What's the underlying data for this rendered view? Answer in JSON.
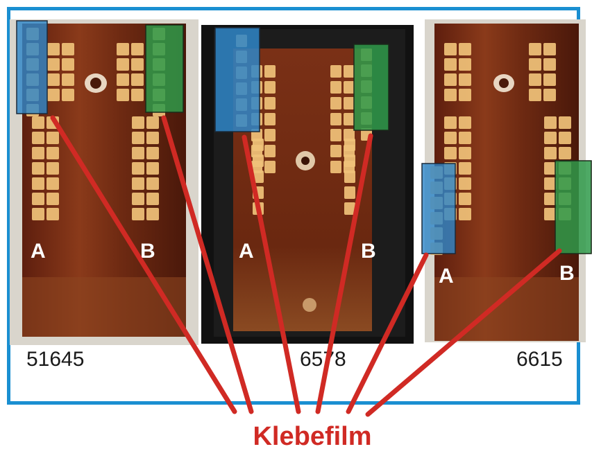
{
  "colors": {
    "frame": "#1a8fd1",
    "tape_a": "#2f86c8",
    "tape_b": "#2f9a4a",
    "leader": "#d02a24",
    "board": "#7a2a14",
    "pad": "#f0c27a"
  },
  "caption": "Klebefilm",
  "samples": [
    {
      "id": "51645",
      "label_a": "A",
      "label_b": "B"
    },
    {
      "id": "6578",
      "label_a": "A",
      "label_b": "B"
    },
    {
      "id": "6615",
      "label_a": "A",
      "label_b": "B"
    }
  ]
}
